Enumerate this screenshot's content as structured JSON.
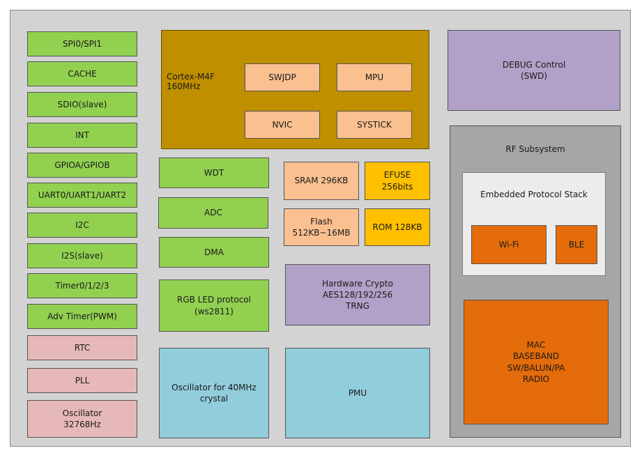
{
  "peripherals": [
    {
      "label": "SPI0/SPI1",
      "color": "#92d050"
    },
    {
      "label": "CACHE",
      "color": "#92d050"
    },
    {
      "label": "SDIO(slave)",
      "color": "#92d050"
    },
    {
      "label": "INT",
      "color": "#92d050"
    },
    {
      "label": "GPIOA/GPIOB",
      "color": "#92d050"
    },
    {
      "label": "UART0/UART1/UART2",
      "color": "#92d050"
    },
    {
      "label": "I2C",
      "color": "#92d050"
    },
    {
      "label": "I2S(slave)",
      "color": "#92d050"
    },
    {
      "label": "Timer0/1/2/3",
      "color": "#92d050"
    },
    {
      "label": "Adv Timer(PWM)",
      "color": "#92d050"
    },
    {
      "label": "RTC",
      "color": "#e6b8b7"
    },
    {
      "label": "PLL",
      "color": "#e6b8b7"
    },
    {
      "label": "Oscillator\n32768Hz",
      "color": "#e6b8b7"
    }
  ],
  "cpu": {
    "label": "Cortex-M4F\n160MHz",
    "blocks": [
      "SWJDP",
      "MPU",
      "NVIC",
      "SYSTICK"
    ]
  },
  "debug": {
    "label": "DEBUG Control\n(SWD)"
  },
  "mid_blocks": {
    "wdt": "WDT",
    "adc": "ADC",
    "dma": "DMA",
    "rgb": "RGB LED protocol\n(ws2811)",
    "oscillator": "Oscillator for 40MHz\ncrystal"
  },
  "memory": {
    "sram": "SRAM  296KB",
    "efuse": "EFUSE\n256bits",
    "flash": "Flash\n512KB~16MB",
    "rom": "ROM  128KB"
  },
  "crypto": {
    "label": "Hardware Crypto\nAES128/192/256\nTRNG"
  },
  "pmu": {
    "label": "PMU"
  },
  "rf": {
    "title": "RF Subsystem",
    "stack_title": "Embedded Protocol Stack",
    "wifi": "Wi-Fi",
    "ble": "BLE",
    "mac": "MAC\nBASEBAND\nSW/BALUN/PA\nRADIO"
  },
  "colors": {
    "peripheral_green": "#92d050",
    "clock_pink": "#e6b8b7",
    "analog_cyan": "#92cddc",
    "debug_purple": "#b1a0c7",
    "cpu_gold": "#bf8f00",
    "cpu_sub_peach": "#fac090",
    "memory_yellow": "#ffc000",
    "rf_orange": "#e46c0a",
    "rf_gray": "#a6a6a6"
  }
}
